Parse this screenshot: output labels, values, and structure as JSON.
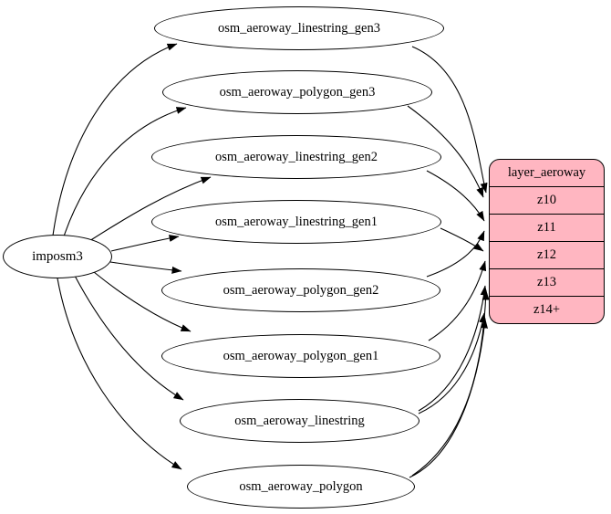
{
  "diagram": {
    "type": "etl-graph",
    "source_node": {
      "label": "imposm3"
    },
    "tables": [
      {
        "label": "osm_aeroway_linestring_gen3"
      },
      {
        "label": "osm_aeroway_polygon_gen3"
      },
      {
        "label": "osm_aeroway_linestring_gen2"
      },
      {
        "label": "osm_aeroway_linestring_gen1"
      },
      {
        "label": "osm_aeroway_polygon_gen2"
      },
      {
        "label": "osm_aeroway_polygon_gen1"
      },
      {
        "label": "osm_aeroway_linestring"
      },
      {
        "label": "osm_aeroway_polygon"
      }
    ],
    "layer_node": {
      "title": "layer_aeroway",
      "rows": [
        "z10",
        "z11",
        "z12",
        "z13",
        "z14+"
      ],
      "fill_color": "#ffb6c1",
      "border_color": "#000000"
    },
    "edges": [
      {
        "from": "imposm3",
        "to": "osm_aeroway_linestring_gen3"
      },
      {
        "from": "imposm3",
        "to": "osm_aeroway_polygon_gen3"
      },
      {
        "from": "imposm3",
        "to": "osm_aeroway_linestring_gen2"
      },
      {
        "from": "imposm3",
        "to": "osm_aeroway_linestring_gen1"
      },
      {
        "from": "imposm3",
        "to": "osm_aeroway_polygon_gen2"
      },
      {
        "from": "imposm3",
        "to": "osm_aeroway_polygon_gen1"
      },
      {
        "from": "imposm3",
        "to": "osm_aeroway_linestring"
      },
      {
        "from": "imposm3",
        "to": "osm_aeroway_polygon"
      },
      {
        "from": "osm_aeroway_linestring_gen3",
        "to": "layer_aeroway:z10"
      },
      {
        "from": "osm_aeroway_polygon_gen3",
        "to": "layer_aeroway:z10"
      },
      {
        "from": "osm_aeroway_linestring_gen2",
        "to": "layer_aeroway:z11"
      },
      {
        "from": "osm_aeroway_polygon_gen2",
        "to": "layer_aeroway:z11"
      },
      {
        "from": "osm_aeroway_linestring_gen1",
        "to": "layer_aeroway:z12"
      },
      {
        "from": "osm_aeroway_polygon_gen1",
        "to": "layer_aeroway:z12"
      },
      {
        "from": "osm_aeroway_linestring",
        "to": "layer_aeroway:z13"
      },
      {
        "from": "osm_aeroway_polygon",
        "to": "layer_aeroway:z13"
      },
      {
        "from": "osm_aeroway_linestring",
        "to": "layer_aeroway:z14+"
      },
      {
        "from": "osm_aeroway_polygon",
        "to": "layer_aeroway:z14+"
      }
    ]
  }
}
